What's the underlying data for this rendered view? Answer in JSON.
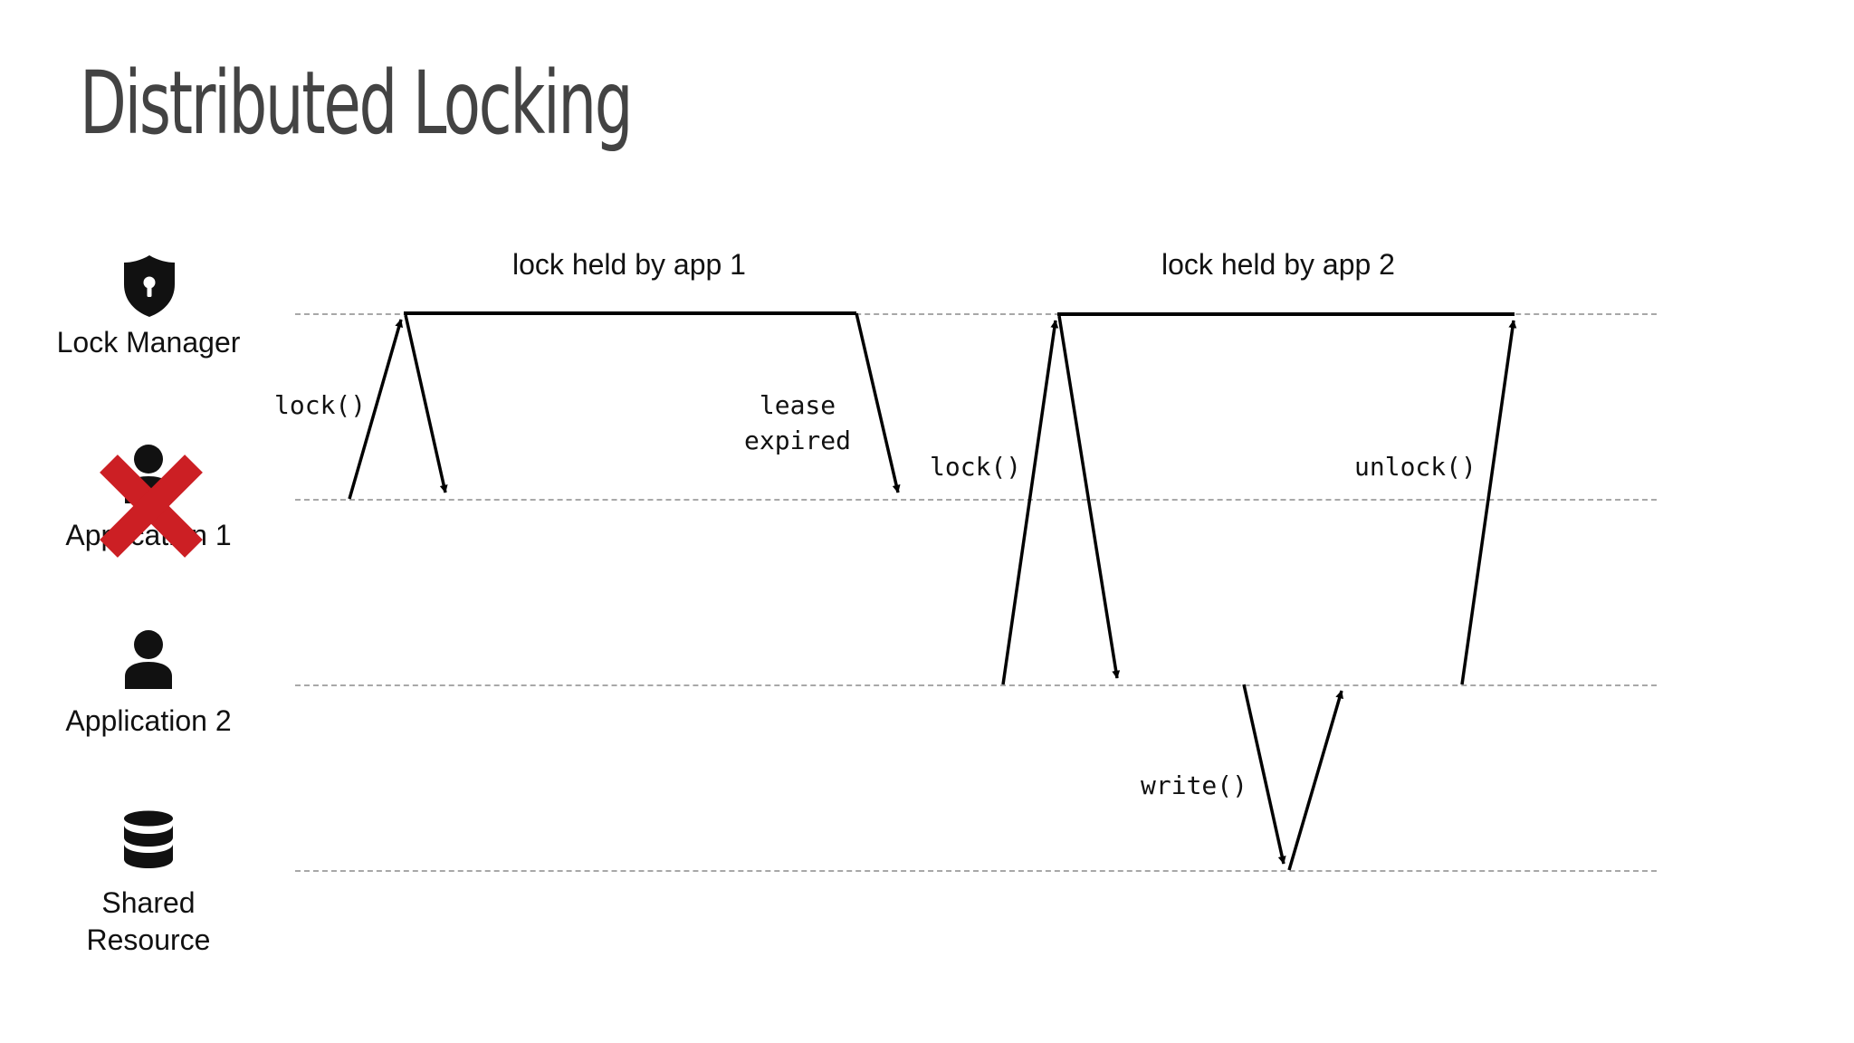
{
  "title": "Distributed Locking",
  "actors": [
    {
      "label": "Lock Manager",
      "icon": "shield-keyhole-icon"
    },
    {
      "label": "Application 1",
      "icon": "person-icon",
      "status": "failed",
      "status_icon": "red-x-icon"
    },
    {
      "label": "Application 2",
      "icon": "person-icon"
    },
    {
      "label": "Shared\nResource",
      "icon": "database-icon"
    }
  ],
  "holds": [
    {
      "label": "lock held by app 1"
    },
    {
      "label": "lock held by app 2"
    }
  ],
  "messages": [
    {
      "label": "lock()",
      "from": "Application 1",
      "to": "Lock Manager"
    },
    {
      "label": "lease\nexpired",
      "from": "Lock Manager",
      "to": "Application 1"
    },
    {
      "label": "lock()",
      "from": "Application 2",
      "to": "Lock Manager"
    },
    {
      "label": "unlock()",
      "from": "Application 2",
      "to": "Lock Manager"
    },
    {
      "label": "write()",
      "from": "Application 2",
      "to": "Shared Resource"
    }
  ],
  "colors": {
    "title": "#434343",
    "lane": "#a8a8a8",
    "arrow": "#000000",
    "failure_mark": "#cc1f24"
  }
}
